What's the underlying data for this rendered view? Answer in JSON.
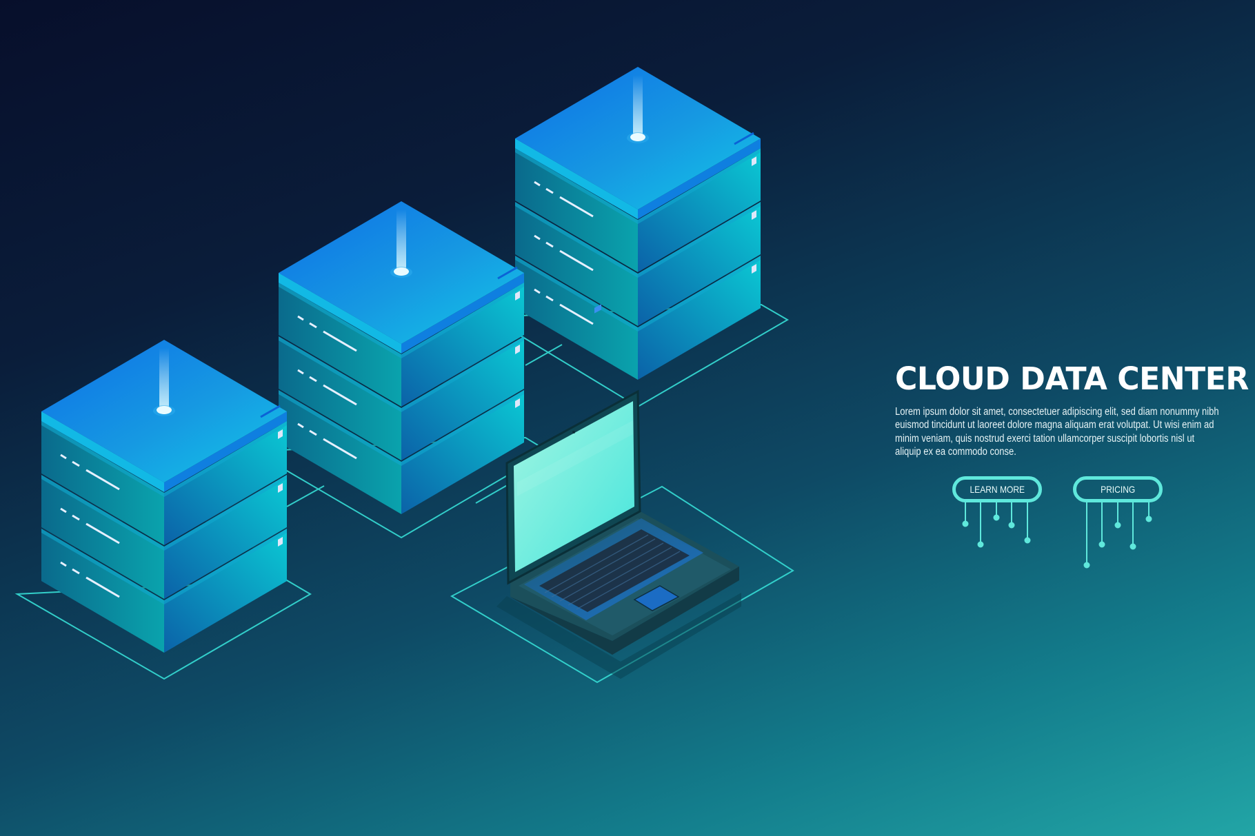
{
  "hero": {
    "title": "CLOUD DATA CENTER",
    "body": "Lorem ipsum dolor sit amet, consectetuer adipiscing elit, sed diam nonummy nibh euismod tincidunt ut laoreet dolore magna aliquam erat volutpat. Ut wisi enim ad minim veniam, quis nostrud exerci tation ullamcorper suscipit lobortis nisl ut aliquip ex ea commodo conse.",
    "buttons": [
      {
        "label": "LEARN MORE"
      },
      {
        "label": "PRICING"
      }
    ]
  },
  "illustration": {
    "servers": [
      {
        "name": "server-1",
        "slabs": 3
      },
      {
        "name": "server-2",
        "slabs": 3
      },
      {
        "name": "server-3",
        "slabs": 3
      }
    ],
    "device": "laptop"
  },
  "colors": {
    "bg_top_left": "#070f2b",
    "bg_bottom_right": "#22a5a6",
    "accent": "#5fe8dc",
    "server_top": "#1a8de8",
    "screen": "#6df0de"
  }
}
